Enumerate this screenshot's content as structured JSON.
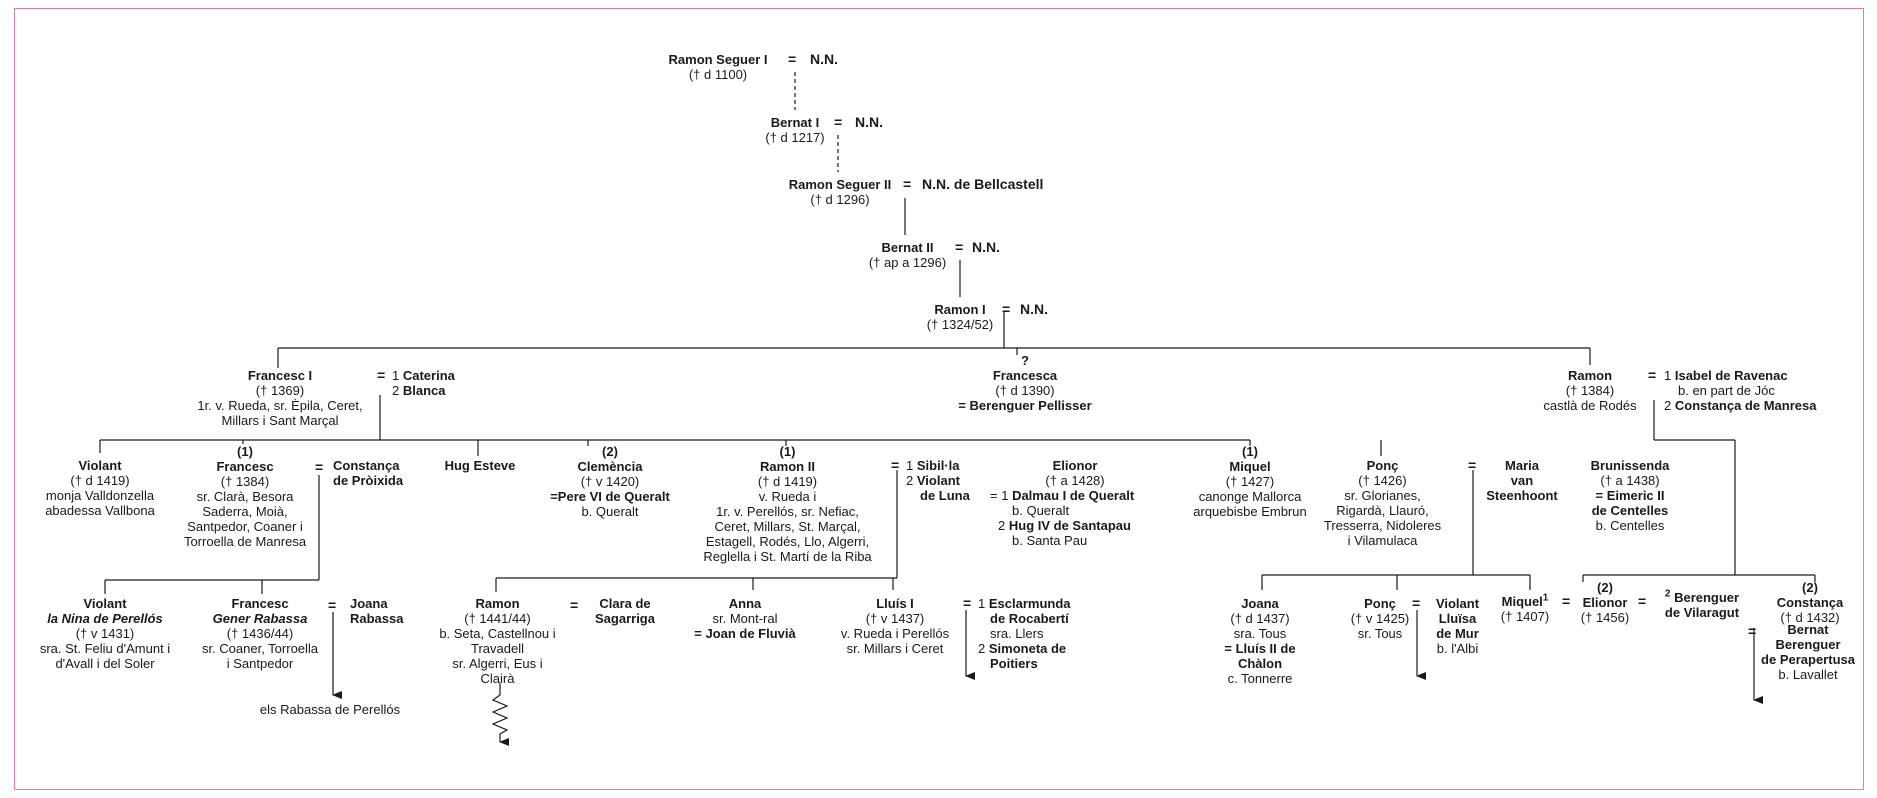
{
  "persons": {
    "ramon_seguer_i": {
      "name": "Ramon Seguer I",
      "info": [
        "(† d 1100)"
      ]
    },
    "nn_1": "N.N.",
    "bernat_i": {
      "name": "Bernat I",
      "info": [
        "(† d 1217)"
      ]
    },
    "nn_2": "N.N.",
    "ramon_seguer_ii": {
      "name": "Ramon Seguer II",
      "info": [
        "(† d 1296)"
      ]
    },
    "nn_bellcastell": "N.N. de Bellcastell",
    "bernat_ii": {
      "name": "Bernat II",
      "info": [
        "(† ap a 1296)"
      ]
    },
    "nn_3": "N.N.",
    "ramon_i": {
      "name": "Ramon I",
      "info": [
        "(† 1324/52)"
      ]
    },
    "nn_4": "N.N.",
    "francesc_i": {
      "name": "Francesc I",
      "info": [
        "(† 1369)",
        "1r. v. Rueda, sr. Èpila, Ceret,",
        "Millars i Sant Marçal"
      ]
    },
    "francesc_i_spouses": {
      "s1_num": "1",
      "s1": "Caterina",
      "s2_num": "2",
      "s2": "Blanca"
    },
    "francesca": {
      "qmark": "?",
      "name": "Francesca",
      "info": [
        "(† d 1390)"
      ],
      "spouse": "= Berenguer Pellisser"
    },
    "ramon": {
      "name": "Ramon",
      "info": [
        "(† 1384)",
        "castlà de Rodés"
      ]
    },
    "ramon_spouses": {
      "s1_num": "1",
      "s1": "Isabel de Ravenac",
      "s1_info": "b. en part de Jóc",
      "s2_num": "2",
      "s2": "Constança de Manresa"
    },
    "violant": {
      "name": "Violant",
      "info": [
        "(† d 1419)",
        "monja Valldonzella",
        "abadessa Vallbona"
      ]
    },
    "francesc": {
      "mark": "(1)",
      "name": "Francesc",
      "info": [
        "(† 1384)",
        "sr. Clarà, Besora",
        "Saderra, Moià,",
        "Santpedor, Coaner i",
        "Torroella de Manresa"
      ]
    },
    "constanca_proixida": [
      "Constança",
      "de Pròixida"
    ],
    "hug_esteve": {
      "name": "Hug Esteve"
    },
    "clemencia": {
      "mark": "(2)",
      "name": "Clemència",
      "info": [
        "(† v 1420)"
      ],
      "spouse": "=Pere VI de Queralt",
      "spouse_info": "b. Queralt"
    },
    "ramon_ii": {
      "mark": "(1)",
      "name": "Ramon II",
      "info": [
        "(† d 1419)",
        "v. Rueda i",
        "1r. v. Perellós, sr. Nefiac,",
        "Ceret, Millars, St. Marçal,",
        "Estagell, Rodés, Llo, Algerri,",
        "Reglella i St. Martí de la Riba"
      ]
    },
    "ramon_ii_spouses": {
      "s1_num": "1",
      "s1": "Sibil·la",
      "s2_num": "2",
      "s2a": "Violant",
      "s2b": "de Luna"
    },
    "elionor": {
      "name": "Elionor",
      "info": [
        "(† a 1428)"
      ],
      "s1_pre": "= 1",
      "s1": "Dalmau I de Queralt",
      "s1_info": "b. Queralt",
      "s2_num": "2",
      "s2": "Hug IV de Santapau",
      "s2_info": "b. Santa Pau"
    },
    "miquel": {
      "mark": "(1)",
      "name": "Miquel",
      "info": [
        "(† 1427)",
        "canonge Mallorca",
        "arquebisbe Embrun"
      ]
    },
    "ponc": {
      "name": "Ponç",
      "info": [
        "(† 1426)",
        "sr. Glorianes,",
        "Rigardà, Llauró,",
        "Tresserra, Nidoleres",
        "i Vilamulaca"
      ]
    },
    "maria_van_steenhoont": [
      "Maria",
      "van",
      "Steenhoont"
    ],
    "brunissenda": {
      "name": "Brunissenda",
      "info": [
        "(† a 1438)"
      ],
      "spouse1": "= Eimeric II",
      "spouse2": "de Centelles",
      "spouse_info": "b. Centelles"
    },
    "violant_nina": {
      "name": "Violant",
      "epithet": "la Nina de Perellós",
      "info": [
        "(† v 1431)",
        "sra. St. Feliu d'Amunt i",
        "d'Avall i del Soler"
      ]
    },
    "francesc_gener": {
      "name": "Francesc",
      "epithet": "Gener Rabassa",
      "info": [
        "(† 1436/44)",
        "sr. Coaner, Torroella",
        "i Santpedor"
      ]
    },
    "joana_rabassa": [
      "Joana",
      "Rabassa"
    ],
    "rabassa_line": "els Rabassa de Perellós",
    "ramon_jr": {
      "name": "Ramon",
      "info": [
        "(† 1441/44)",
        "b. Seta, Castellnou i",
        "Travadell",
        "sr. Algerri, Eus i",
        "Clairà"
      ]
    },
    "clara_sagarriga": [
      "Clara de",
      "Sagarriga"
    ],
    "anna": {
      "name": "Anna",
      "info": [
        "sr. Mont-ral"
      ],
      "spouse": "= Joan de Fluvià"
    },
    "lluis_i": {
      "name": "Lluís I",
      "info": [
        "(† v 1437)",
        "v. Rueda i Perellós",
        "sr. Millars i Ceret"
      ]
    },
    "lluis_i_spouses": {
      "s1_num": "1",
      "s1a": "Esclarmunda",
      "s1b": "de Rocabertí",
      "s1_info": "sra. Llers",
      "s2_num": "2",
      "s2a": "Simoneta de",
      "s2b": "Poitiers"
    },
    "joana": {
      "name": "Joana",
      "info": [
        "(† d 1437)",
        "sra. Tous"
      ],
      "spouse1": "= Lluís II de",
      "spouse2": "Chàlon",
      "spouse_info": "c. Tonnerre"
    },
    "ponc_jr": {
      "name": "Ponç",
      "info": [
        "(† v 1425)",
        "sr. Tous"
      ]
    },
    "violant_mur": {
      "lines": [
        "Violant",
        "Lluïsa",
        "de Mur"
      ],
      "info": "b. l'Albi"
    },
    "miquel_jr": {
      "name": "Miquel",
      "sup": "1",
      "info": [
        "(† 1407)"
      ]
    },
    "elionor_jr": {
      "mark": "(2)",
      "name": "Elionor",
      "info": [
        "(† 1456)"
      ]
    },
    "berenguer_vilaragut": {
      "sup": "2",
      "lines": [
        "Berenguer",
        "de Vilaragut"
      ]
    },
    "constanca_jr": {
      "mark": "(2)",
      "name": "Constança",
      "info": [
        "(† d 1432)"
      ]
    },
    "bernat_perapertusa": {
      "lines": [
        "Bernat",
        "Berenguer",
        "de Perapertusa"
      ],
      "info": "b. Lavallet"
    }
  },
  "symbols": {
    "marriage": "=",
    "line_color": "#1a1a1a",
    "frame_color": "#e07aa8"
  }
}
